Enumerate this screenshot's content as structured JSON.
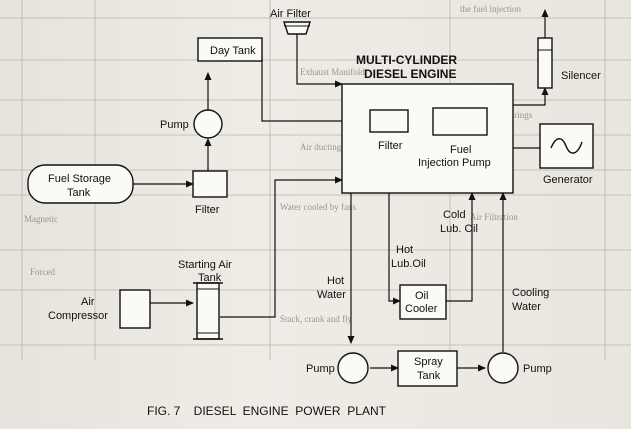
{
  "figure": {
    "caption": "FIG. 7    DIESEL  ENGINE  POWER  PLANT"
  },
  "labels": {
    "air_filter_top": "Air Filter",
    "day_tank": "Day Tank",
    "engine_title_1": "MULTI-CYLINDER",
    "engine_title_2": "DIESEL ENGINE",
    "silencer": "Silencer",
    "pump_fuel": "Pump",
    "filter_engine": "Filter",
    "fuel_injection_1": "Fuel",
    "fuel_injection_2": "Injection Pump",
    "generator": "Generator",
    "fuel_storage_1": "Fuel Storage",
    "fuel_storage_2": "Tank",
    "filter_fuel": "Filter",
    "cold_lub_1": "Cold",
    "cold_lub_2": "Lub. Oil",
    "hot_lub_1": "Hot",
    "hot_lub_2": "Lub.Oil",
    "starting_air_1": "Starting Air",
    "starting_air_2": "Tank",
    "hot_water_1": "Hot",
    "hot_water_2": "Water",
    "oil_cooler_1": "Oil",
    "oil_cooler_2": "Cooler",
    "cooling_water_1": "Cooling",
    "cooling_water_2": "Water",
    "air_comp_1": "Air",
    "air_comp_2": "Compressor",
    "pump_hot": "Pump",
    "spray_tank_1": "Spray",
    "spray_tank_2": "Tank",
    "pump_cool": "Pump"
  },
  "background_table_text": [
    "the fuel injection",
    "Exhaust Manifold",
    "Lubricate bearings",
    "Air ducting",
    "Magnetic",
    "Forced",
    "Air Filtration",
    "Water cooled by fans",
    "Stack, crank and fly"
  ]
}
